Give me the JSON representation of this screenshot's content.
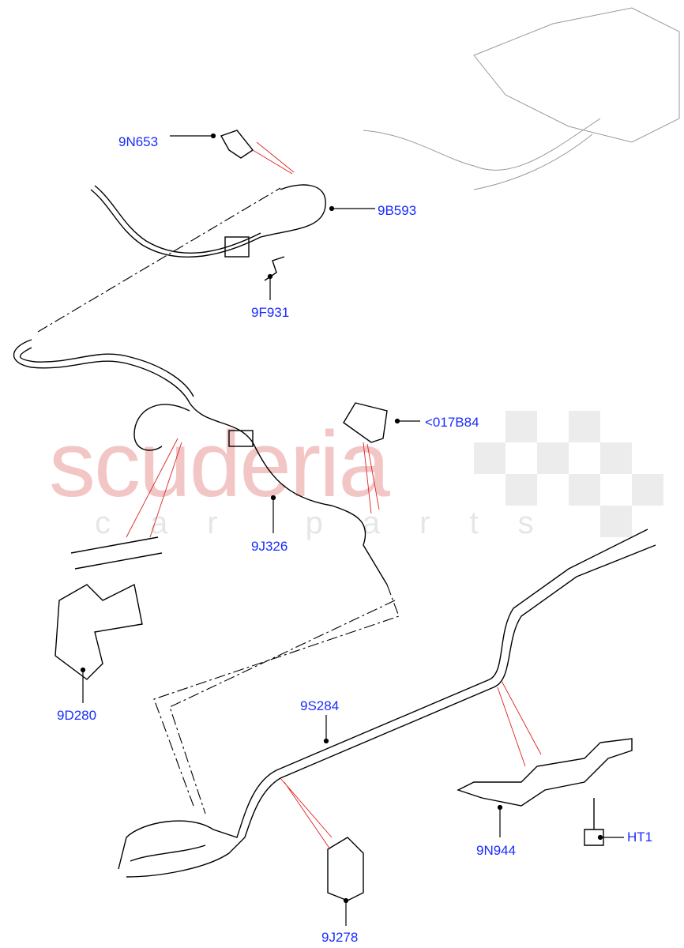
{
  "watermark": {
    "brand": "scuderia",
    "sub": "car parts"
  },
  "labels": {
    "l9N653": "9N653",
    "l9B593": "9B593",
    "l9F931": "9F931",
    "l017B84": "<017B84",
    "l9J326": "9J326",
    "l9D280": "9D280",
    "l9S284": "9S284",
    "l9N944": "9N944",
    "lHT1": "HT1",
    "l9J278": "9J278"
  },
  "colors": {
    "label": "#1a2cff",
    "leader_red": "#e02020",
    "part_line": "#000000"
  }
}
